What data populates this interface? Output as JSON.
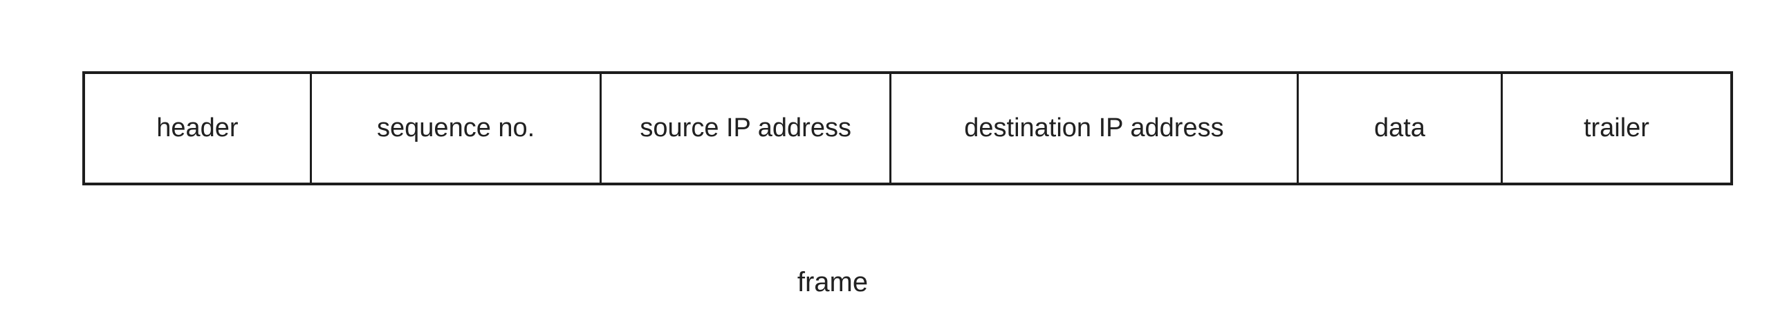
{
  "diagram": {
    "caption": "frame",
    "cells": [
      {
        "label": "header"
      },
      {
        "label": "sequence no."
      },
      {
        "label": "source IP address"
      },
      {
        "label": "destination IP address"
      },
      {
        "label": "data"
      },
      {
        "label": "trailer"
      }
    ],
    "colors": {
      "background": "#ffffff",
      "line": "#1d1d1d",
      "text": "#212121"
    }
  }
}
